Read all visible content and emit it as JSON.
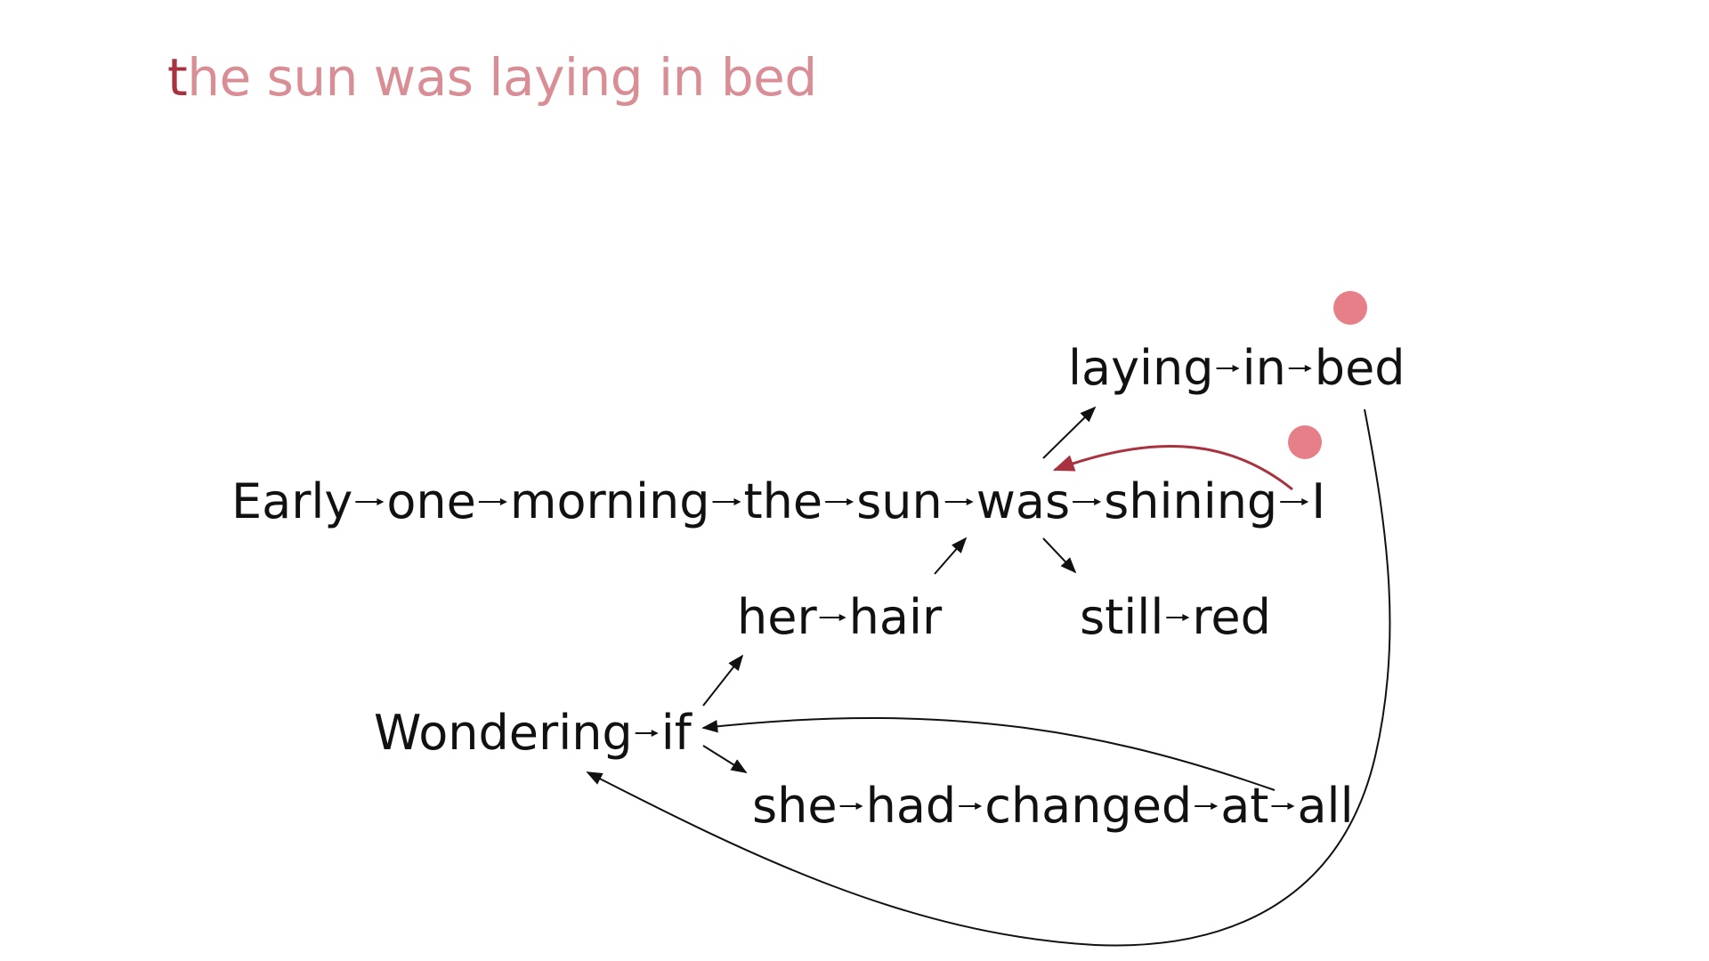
{
  "header": {
    "first_letter": "t",
    "rest": "he sun was laying in bed",
    "color": "#d98d95",
    "first_letter_color": "#a8323e"
  },
  "phrases": {
    "main": [
      "Early",
      "one",
      "morning",
      "the",
      "sun",
      "was",
      "shining",
      "I"
    ],
    "top": [
      "laying",
      "in",
      "bed"
    ],
    "her_hair": [
      "her",
      "hair"
    ],
    "still_red": [
      "still",
      "red"
    ],
    "wondering": [
      "Wondering",
      "if"
    ],
    "she_had": [
      "she",
      "had",
      "changed",
      "at",
      "all"
    ]
  },
  "colors": {
    "marker": "#e77f88",
    "highlight_arrow": "#a8323e",
    "text": "#111111"
  },
  "icons": {
    "marker_top": "circle-marker",
    "marker_mid": "circle-marker"
  }
}
